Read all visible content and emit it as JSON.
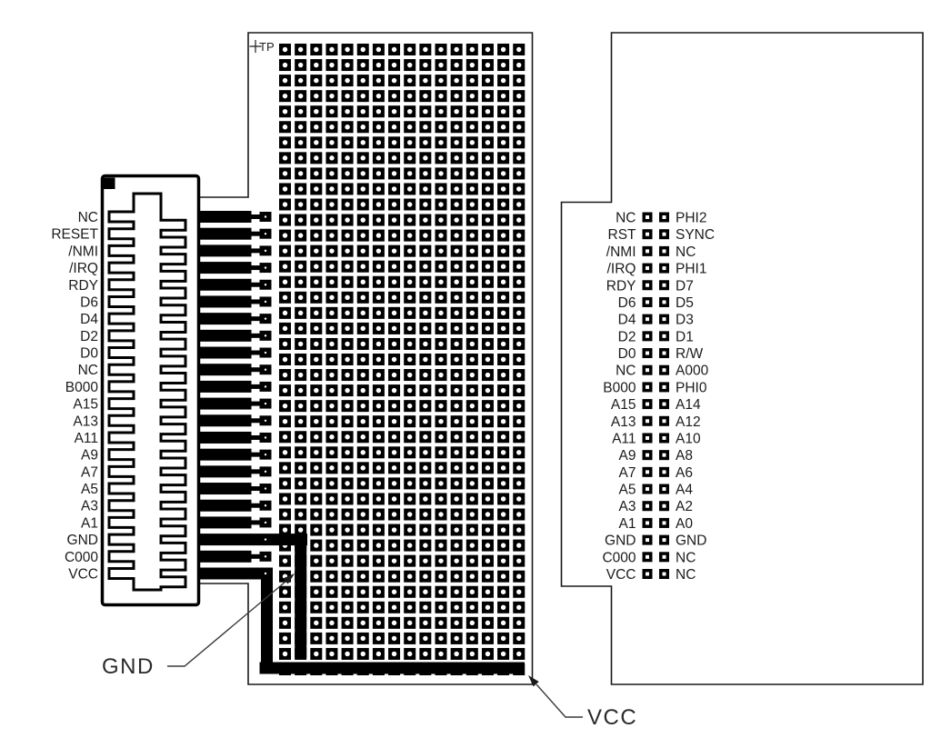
{
  "diagram": {
    "type": "pcb-prototype-board-layout",
    "test_point_label": "TP",
    "annotations": {
      "gnd": "GND",
      "vcc": "VCC"
    }
  },
  "edge_connector": {
    "pin_labels": [
      "NC",
      "RESET",
      "/NMI",
      "/IRQ",
      "RDY",
      "D6",
      "D4",
      "D2",
      "D0",
      "NC",
      "B000",
      "A15",
      "A13",
      "A11",
      "A9",
      "A7",
      "A5",
      "A3",
      "A1",
      "GND",
      "C000",
      "VCC"
    ]
  },
  "proto_grid": {
    "columns": 16,
    "rows": 40,
    "bus_rows": 1,
    "bottom_bus_net": "VCC",
    "vertical_bus_net": "GND"
  },
  "pin_header": {
    "rows": [
      {
        "left": "NC",
        "right": "PHI2"
      },
      {
        "left": "RST",
        "right": "SYNC"
      },
      {
        "left": "/NMI",
        "right": "NC"
      },
      {
        "left": "/IRQ",
        "right": "PHI1"
      },
      {
        "left": "RDY",
        "right": "D7"
      },
      {
        "left": "D6",
        "right": "D5"
      },
      {
        "left": "D4",
        "right": "D3"
      },
      {
        "left": "D2",
        "right": "D1"
      },
      {
        "left": "D0",
        "right": "R/W"
      },
      {
        "left": "NC",
        "right": "A000"
      },
      {
        "left": "B000",
        "right": "PHI0"
      },
      {
        "left": "A15",
        "right": "A14"
      },
      {
        "left": "A13",
        "right": "A12"
      },
      {
        "left": "A11",
        "right": "A10"
      },
      {
        "left": "A9",
        "right": "A8"
      },
      {
        "left": "A7",
        "right": "A6"
      },
      {
        "left": "A5",
        "right": "A4"
      },
      {
        "left": "A3",
        "right": "A2"
      },
      {
        "left": "A1",
        "right": "A0"
      },
      {
        "left": "GND",
        "right": "GND"
      },
      {
        "left": "C000",
        "right": "NC"
      },
      {
        "left": "VCC",
        "right": "NC"
      }
    ]
  },
  "colors": {
    "ink": "#000000",
    "background": "#ffffff",
    "leader": "#3a3a3a"
  }
}
